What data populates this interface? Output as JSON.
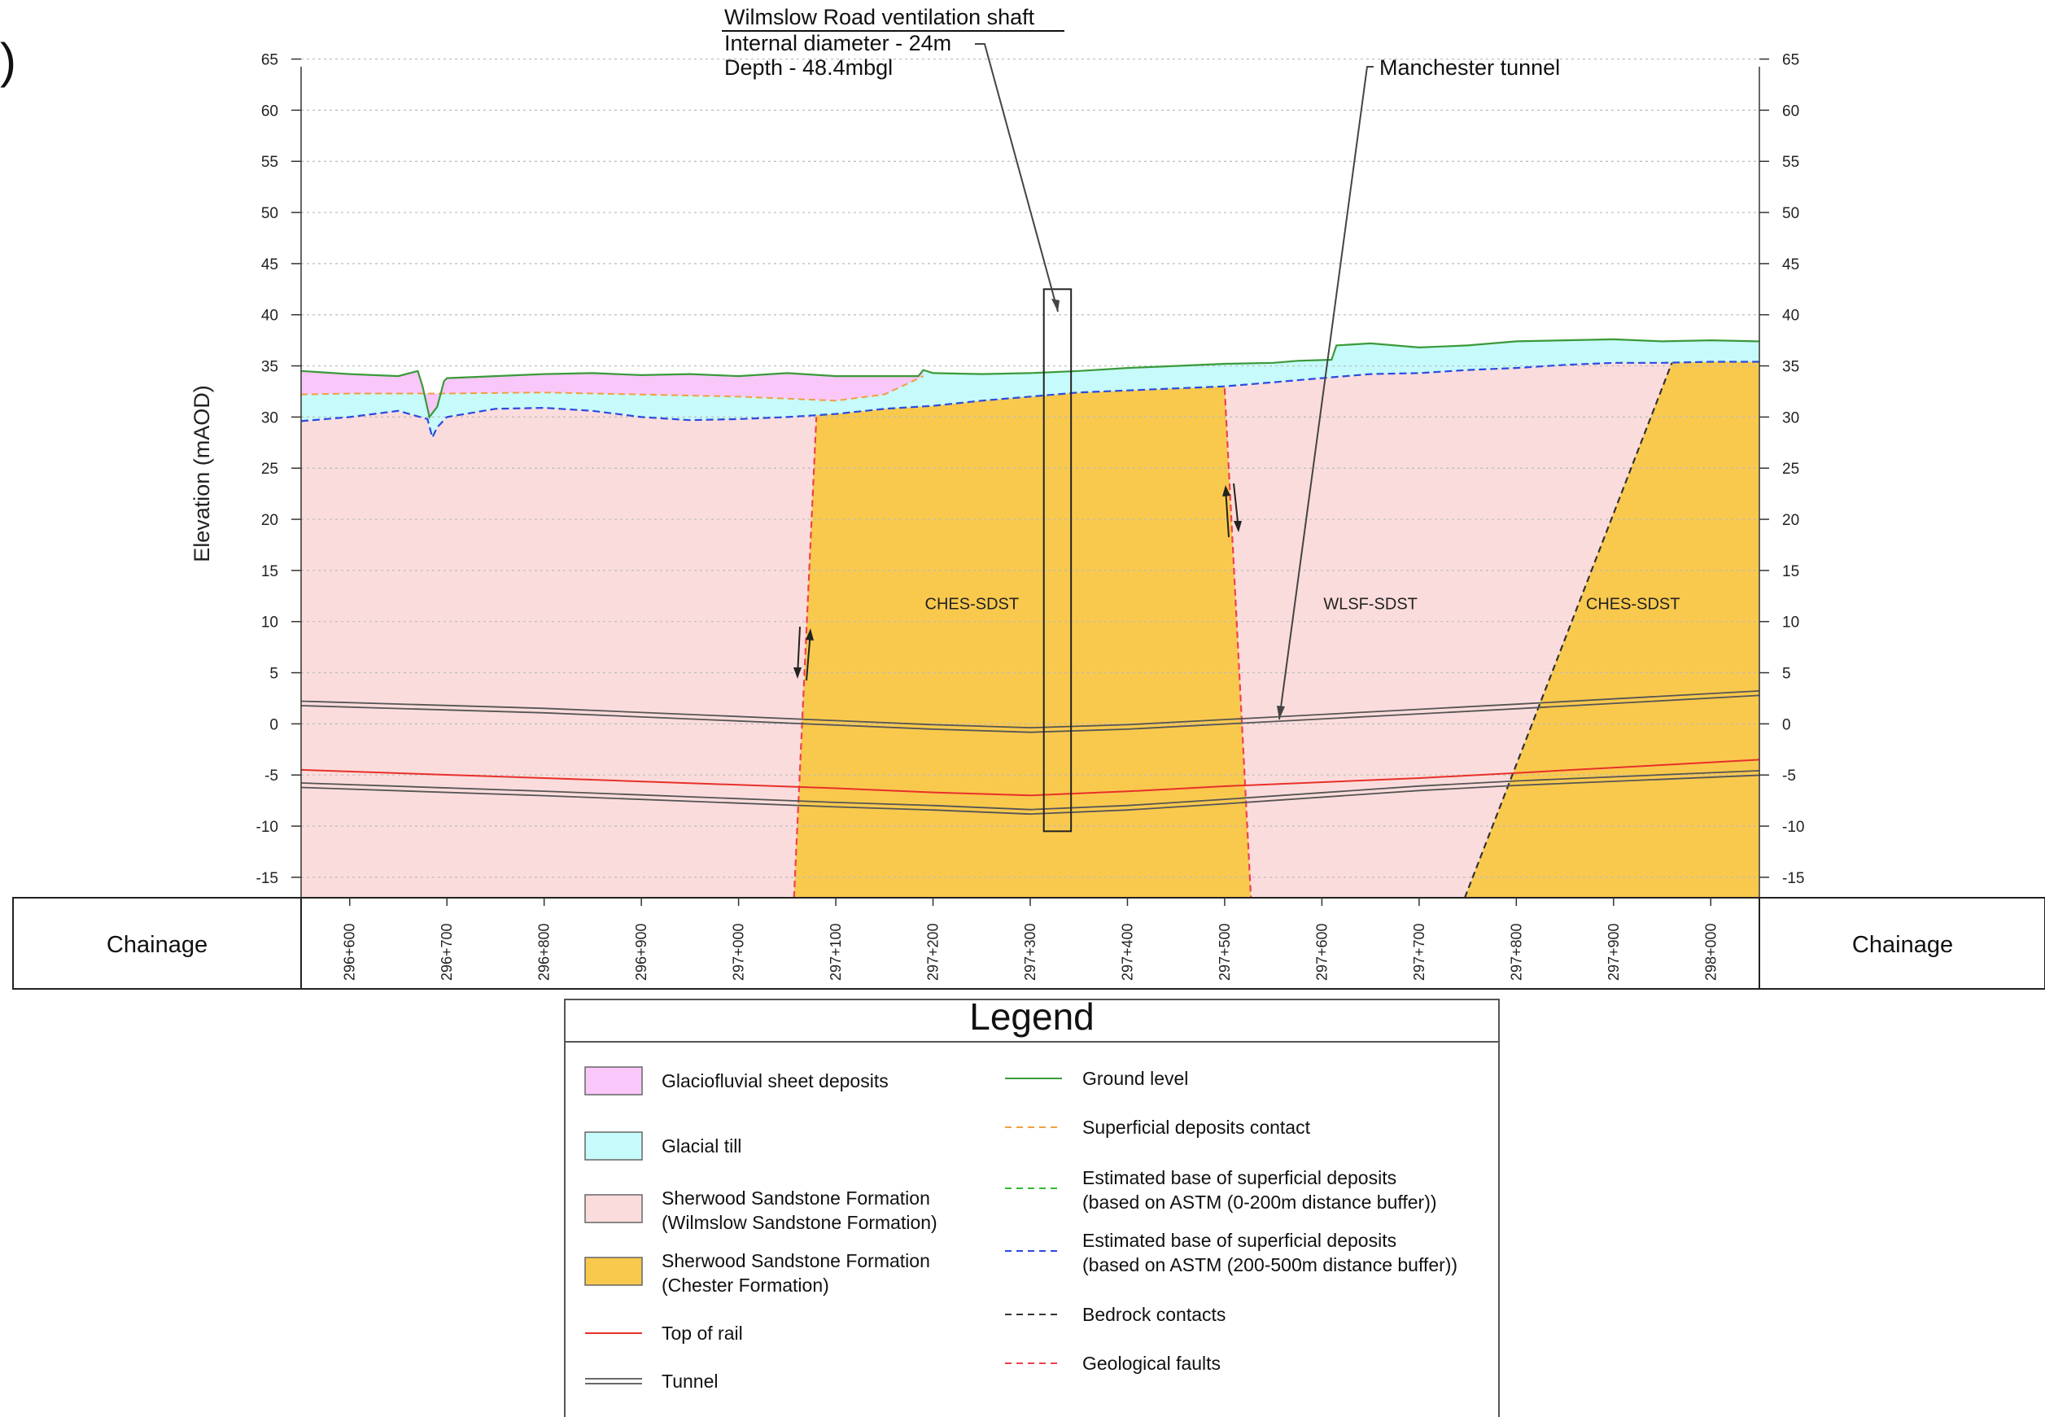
{
  "panel_label": ")",
  "annotations": {
    "shaft": {
      "title": "Wilmslow Road ventilation shaft",
      "line1": "Internal diameter - 24m",
      "line2": "Depth - 48.4mbgl"
    },
    "tunnel": "Manchester tunnel"
  },
  "units": {
    "ches_left": "CHES-SDST",
    "wlsf": "WLSF-SDST",
    "ches_right": "CHES-SDST"
  },
  "legend": {
    "title": "Legend",
    "items": [
      {
        "id": "glacio",
        "label1": "Glaciofluvial sheet deposits",
        "label2": "",
        "kind": "swatch",
        "color": "#f9c7f9"
      },
      {
        "id": "till",
        "label1": "Glacial till",
        "label2": "",
        "kind": "swatch",
        "color": "#c7fafa"
      },
      {
        "id": "wlsf",
        "label1": "Sherwood Sandstone Formation",
        "label2": "(Wilmslow Sandstone Formation)",
        "kind": "swatch",
        "color": "#fbdcdc"
      },
      {
        "id": "ches",
        "label1": "Sherwood Sandstone Formation",
        "label2": "(Chester Formation)",
        "kind": "swatch",
        "color": "#f9c94e"
      },
      {
        "id": "rail",
        "label1": "Top of rail",
        "label2": "",
        "kind": "line",
        "color": "#e8302a"
      },
      {
        "id": "tunnel",
        "label1": "Tunnel",
        "label2": "",
        "kind": "double",
        "color": "#555555"
      },
      {
        "id": "ground",
        "label1": "Ground level",
        "label2": "",
        "kind": "line",
        "color": "#3a9a3a"
      },
      {
        "id": "supcontact",
        "label1": "Superficial deposits contact",
        "label2": "",
        "kind": "dash",
        "color": "#f0a040"
      },
      {
        "id": "base1",
        "label1": "Estimated base of superficial deposits",
        "label2": "(based on ASTM (0-200m distance buffer))",
        "kind": "dash",
        "color": "#33bb33"
      },
      {
        "id": "base2",
        "label1": "Estimated base of superficial deposits",
        "label2": "(based on ASTM (200-500m distance buffer))",
        "kind": "dash",
        "color": "#2a4ae0"
      },
      {
        "id": "bedrock",
        "label1": "Bedrock contacts",
        "label2": "",
        "kind": "dash",
        "color": "#333333"
      },
      {
        "id": "faults",
        "label1": "Geological faults",
        "label2": "",
        "kind": "dash",
        "color": "#f04050"
      }
    ]
  },
  "chart_data": {
    "type": "geological cross-section",
    "ylabel": "Elevation (mAOD)",
    "xlabel": "Chainage",
    "ylim": [
      -17,
      66
    ],
    "yticks": [
      65,
      60,
      55,
      50,
      45,
      40,
      35,
      30,
      25,
      20,
      15,
      10,
      5,
      0,
      -5,
      -10,
      -15
    ],
    "xlim": [
      296550,
      298050
    ],
    "chainage_ticks": [
      {
        "v": 296600,
        "label": "296+600"
      },
      {
        "v": 296700,
        "label": "296+700"
      },
      {
        "v": 296800,
        "label": "296+800"
      },
      {
        "v": 296900,
        "label": "296+900"
      },
      {
        "v": 297000,
        "label": "297+000"
      },
      {
        "v": 297100,
        "label": "297+100"
      },
      {
        "v": 297200,
        "label": "297+200"
      },
      {
        "v": 297300,
        "label": "297+300"
      },
      {
        "v": 297400,
        "label": "297+400"
      },
      {
        "v": 297500,
        "label": "297+500"
      },
      {
        "v": 297600,
        "label": "297+600"
      },
      {
        "v": 297700,
        "label": "297+700"
      },
      {
        "v": 297800,
        "label": "297+800"
      },
      {
        "v": 297900,
        "label": "297+900"
      },
      {
        "v": 298000,
        "label": "298+000"
      }
    ],
    "ground_level": [
      [
        296550,
        34.5
      ],
      [
        296600,
        34.2
      ],
      [
        296650,
        34.0
      ],
      [
        296670,
        34.5
      ],
      [
        296675,
        33
      ],
      [
        296682,
        30
      ],
      [
        296690,
        31
      ],
      [
        296697,
        33.5
      ],
      [
        296700,
        33.8
      ],
      [
        296750,
        34
      ],
      [
        296800,
        34.2
      ],
      [
        296850,
        34.3
      ],
      [
        296900,
        34.1
      ],
      [
        296950,
        34.2
      ],
      [
        297000,
        34.0
      ],
      [
        297050,
        34.3
      ],
      [
        297100,
        34.0
      ],
      [
        297150,
        34.0
      ],
      [
        297185,
        34
      ],
      [
        297190,
        34.6
      ],
      [
        297200,
        34.3
      ],
      [
        297250,
        34.2
      ],
      [
        297300,
        34.3
      ],
      [
        297350,
        34.5
      ],
      [
        297400,
        34.8
      ],
      [
        297450,
        35.0
      ],
      [
        297500,
        35.2
      ],
      [
        297550,
        35.3
      ],
      [
        297575,
        35.5
      ],
      [
        297610,
        35.6
      ],
      [
        297615,
        37
      ],
      [
        297650,
        37.2
      ],
      [
        297700,
        36.8
      ],
      [
        297750,
        37
      ],
      [
        297800,
        37.4
      ],
      [
        297850,
        37.5
      ],
      [
        297900,
        37.6
      ],
      [
        297950,
        37.4
      ],
      [
        298000,
        37.5
      ],
      [
        298050,
        37.4
      ]
    ],
    "glaciofluvial_base": [
      [
        296550,
        32.2
      ],
      [
        296600,
        32.3
      ],
      [
        296700,
        32.3
      ],
      [
        296800,
        32.4
      ],
      [
        296900,
        32.2
      ],
      [
        297000,
        32.0
      ],
      [
        297100,
        31.6
      ],
      [
        297150,
        32.2
      ],
      [
        297190,
        34.0
      ]
    ],
    "superficial_base": [
      [
        296550,
        29.6
      ],
      [
        296600,
        30.0
      ],
      [
        296650,
        30.6
      ],
      [
        296680,
        29.8
      ],
      [
        296685,
        28.0
      ],
      [
        296690,
        29.0
      ],
      [
        296700,
        30.0
      ],
      [
        296750,
        30.8
      ],
      [
        296800,
        30.9
      ],
      [
        296850,
        30.6
      ],
      [
        296900,
        30.0
      ],
      [
        296950,
        29.7
      ],
      [
        297000,
        29.8
      ],
      [
        297050,
        30.0
      ],
      [
        297100,
        30.3
      ],
      [
        297150,
        30.8
      ],
      [
        297200,
        31.1
      ],
      [
        297250,
        31.6
      ],
      [
        297300,
        32.0
      ],
      [
        297350,
        32.4
      ],
      [
        297400,
        32.6
      ],
      [
        297450,
        32.8
      ],
      [
        297500,
        33.0
      ],
      [
        297550,
        33.4
      ],
      [
        297600,
        33.8
      ],
      [
        297650,
        34.2
      ],
      [
        297700,
        34.3
      ],
      [
        297750,
        34.6
      ],
      [
        297800,
        34.8
      ],
      [
        297850,
        35.1
      ],
      [
        297900,
        35.3
      ],
      [
        297950,
        35.3
      ],
      [
        298000,
        35.4
      ],
      [
        298050,
        35.4
      ]
    ],
    "fault_left": [
      [
        297057,
        -17
      ],
      [
        297080,
        30.0
      ]
    ],
    "fault_right": [
      [
        297500,
        32.8
      ],
      [
        297527,
        -17
      ]
    ],
    "bedrock_contact": [
      [
        297747,
        -17
      ],
      [
        297960,
        35.3
      ]
    ],
    "tunnel_crown": [
      [
        296550,
        2.0
      ],
      [
        296800,
        1.3
      ],
      [
        297100,
        0.1
      ],
      [
        297200,
        -0.3
      ],
      [
        297300,
        -0.6
      ],
      [
        297400,
        -0.3
      ],
      [
        297500,
        0.2
      ],
      [
        297700,
        1.2
      ],
      [
        297800,
        1.7
      ],
      [
        298050,
        3.0
      ]
    ],
    "tunnel_invert": [
      [
        296550,
        -6.0
      ],
      [
        296800,
        -6.8
      ],
      [
        297100,
        -7.9
      ],
      [
        297200,
        -8.2
      ],
      [
        297300,
        -8.6
      ],
      [
        297400,
        -8.2
      ],
      [
        297500,
        -7.6
      ],
      [
        297700,
        -6.3
      ],
      [
        297800,
        -5.8
      ],
      [
        298050,
        -4.8
      ]
    ],
    "top_of_rail": [
      [
        296550,
        -4.5
      ],
      [
        296800,
        -5.3
      ],
      [
        297100,
        -6.3
      ],
      [
        297200,
        -6.7
      ],
      [
        297300,
        -7.0
      ],
      [
        297400,
        -6.6
      ],
      [
        297500,
        -6.1
      ],
      [
        297700,
        -5.3
      ],
      [
        297800,
        -4.8
      ],
      [
        298050,
        -3.5
      ]
    ],
    "shaft": {
      "x1": 297314,
      "x2": 297342,
      "top": 42.5,
      "bottom": -10.5
    }
  }
}
